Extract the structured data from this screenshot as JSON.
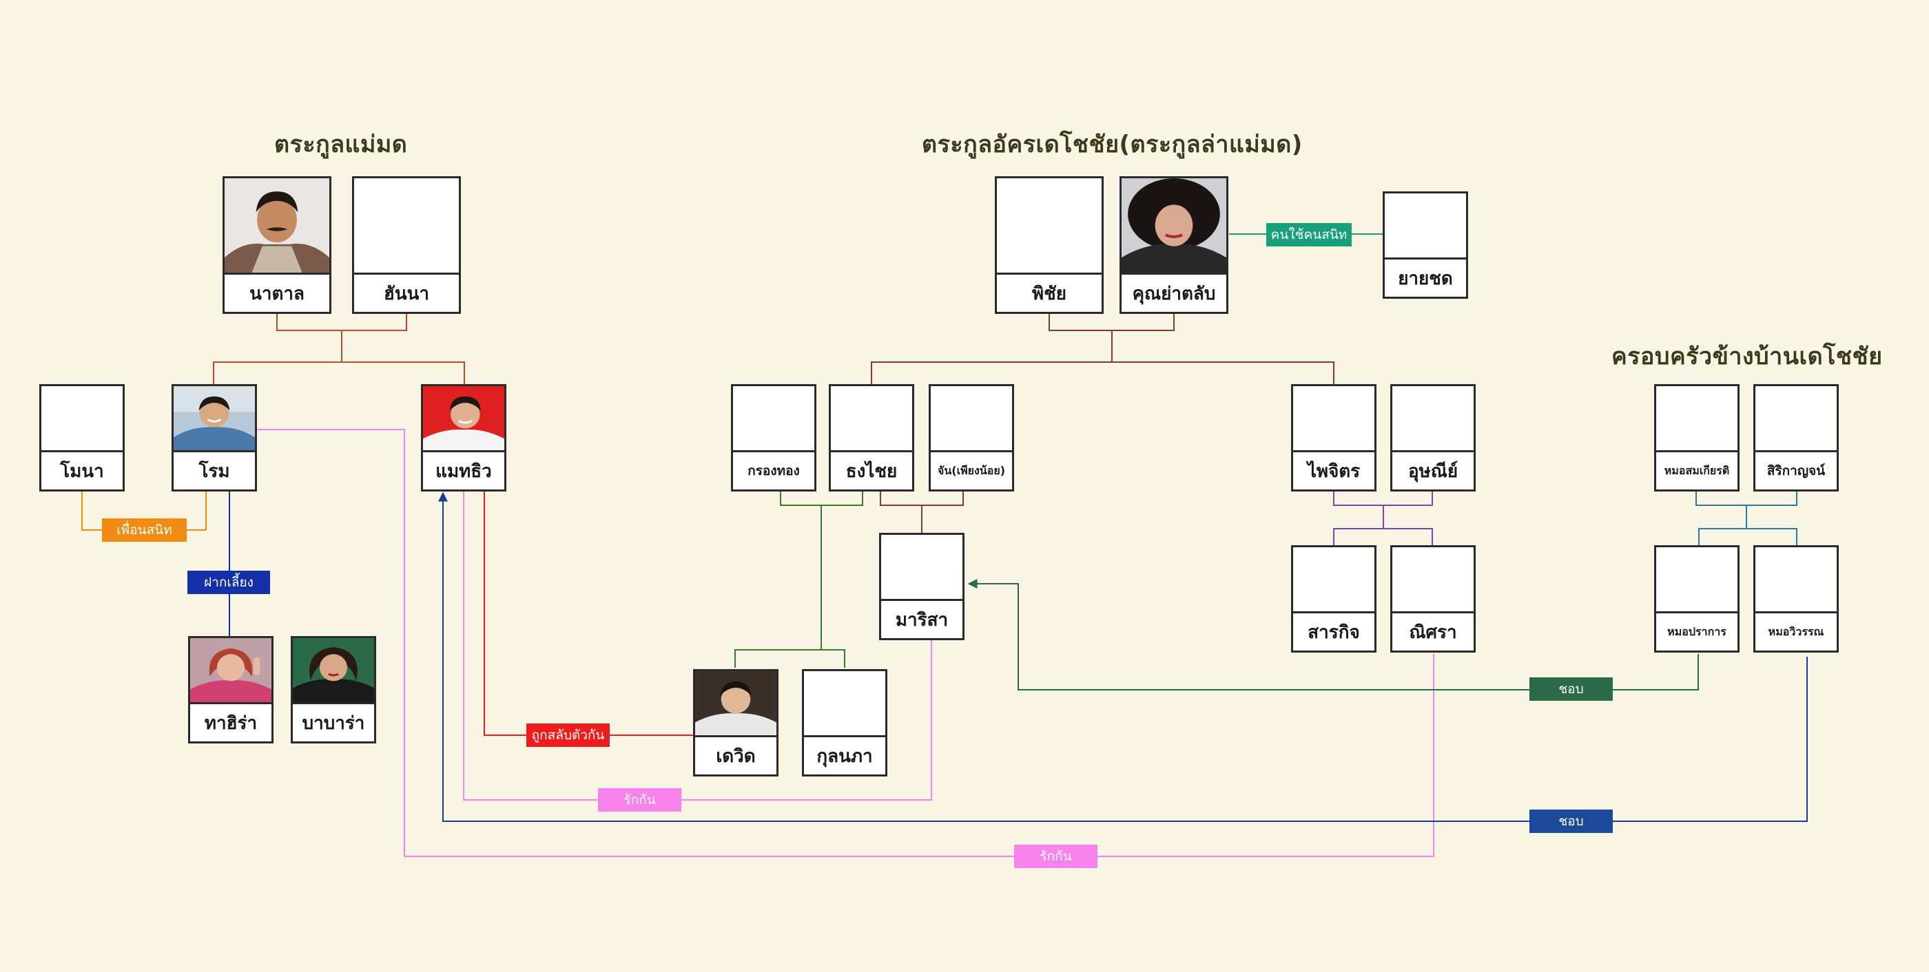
{
  "families": {
    "maemod": "ตระกูลแม่มด",
    "dechachai": "ตระกูลอัครเดโชชัย(ตระกูลล่าแม่มด)",
    "neighbor": "ครอบครัวข้างบ้านเดโชชัย"
  },
  "people": {
    "natan": "นาตาล",
    "hanna": "ฮันนา",
    "mohna": "โมนา",
    "rom": "โรม",
    "matthew": "แมทธิว",
    "hahira": "ทาฮิร่า",
    "babara": "บาบาร่า",
    "pichai": "พิชัย",
    "khunyatalap": "คุณย่าตลับ",
    "yaichot": "ยายชด",
    "krongthong": "กรองทอง",
    "thongchai": "ธงไชย",
    "chan": "จัน(เพียงน้อย)",
    "marisa": "มาริสา",
    "david": "เดวิด",
    "kulnapa": "กุลนภา",
    "paichit": "ไพจิตร",
    "usanee": "อุษณีย์",
    "sarakit": "สารกิจ",
    "nisra": "ณิศรา",
    "mohsomkiat": "หมอสมเกียรติ",
    "sirikanya": "สิริกาญจน์",
    "mohprakarn": "หมอปราการ",
    "mohwiwan": "หมอวิวรรณ"
  },
  "relations": {
    "best_friend": "เพื่อนสนิท",
    "fostered": "ฝากเลี้ยง",
    "trusted_servant": "คนใช้คนสนิท",
    "swapped": "ถูกสลับตัวกัน",
    "love_1": "รักกัน",
    "love_2": "รักกัน",
    "crush_1": "ชอบ",
    "crush_2": "ชอบ"
  },
  "colors": {
    "background": "#f9f5e5",
    "maemod_line": "#c8482a",
    "dechachai_line": "#8a3a2a",
    "green_line": "#3a7a2a",
    "purple_line": "#7a44b4",
    "teal_line": "#2a7a98",
    "best_friend": "#f08c12",
    "fostered": "#1430a8",
    "trusted_servant": "#17a07a",
    "swapped": "#ee1c1c",
    "love": "#f882ec",
    "crush_green": "#2a6a48",
    "crush_blue": "#1c4a98"
  }
}
